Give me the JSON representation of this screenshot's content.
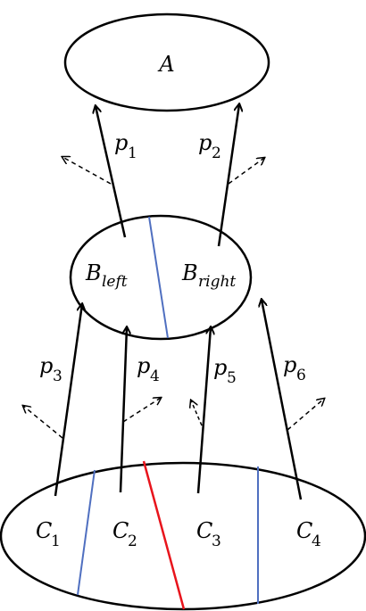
{
  "nodes": {
    "a": {
      "label": "A"
    },
    "b": {
      "label": "B",
      "left_sub": "left",
      "right_sub": "right"
    },
    "c": [
      {
        "label": "C",
        "sub": "1"
      },
      {
        "label": "C",
        "sub": "2"
      },
      {
        "label": "C",
        "sub": "3"
      },
      {
        "label": "C",
        "sub": "4"
      }
    ]
  },
  "edges": [
    {
      "label": "p",
      "sub": "1"
    },
    {
      "label": "p",
      "sub": "2"
    },
    {
      "label": "p",
      "sub": "3"
    },
    {
      "label": "p",
      "sub": "4"
    },
    {
      "label": "p",
      "sub": "5"
    },
    {
      "label": "p",
      "sub": "6"
    }
  ],
  "colors": {
    "stroke": "#000000",
    "divider_blue": "#4f6fc0",
    "divider_red": "#e8141c"
  }
}
